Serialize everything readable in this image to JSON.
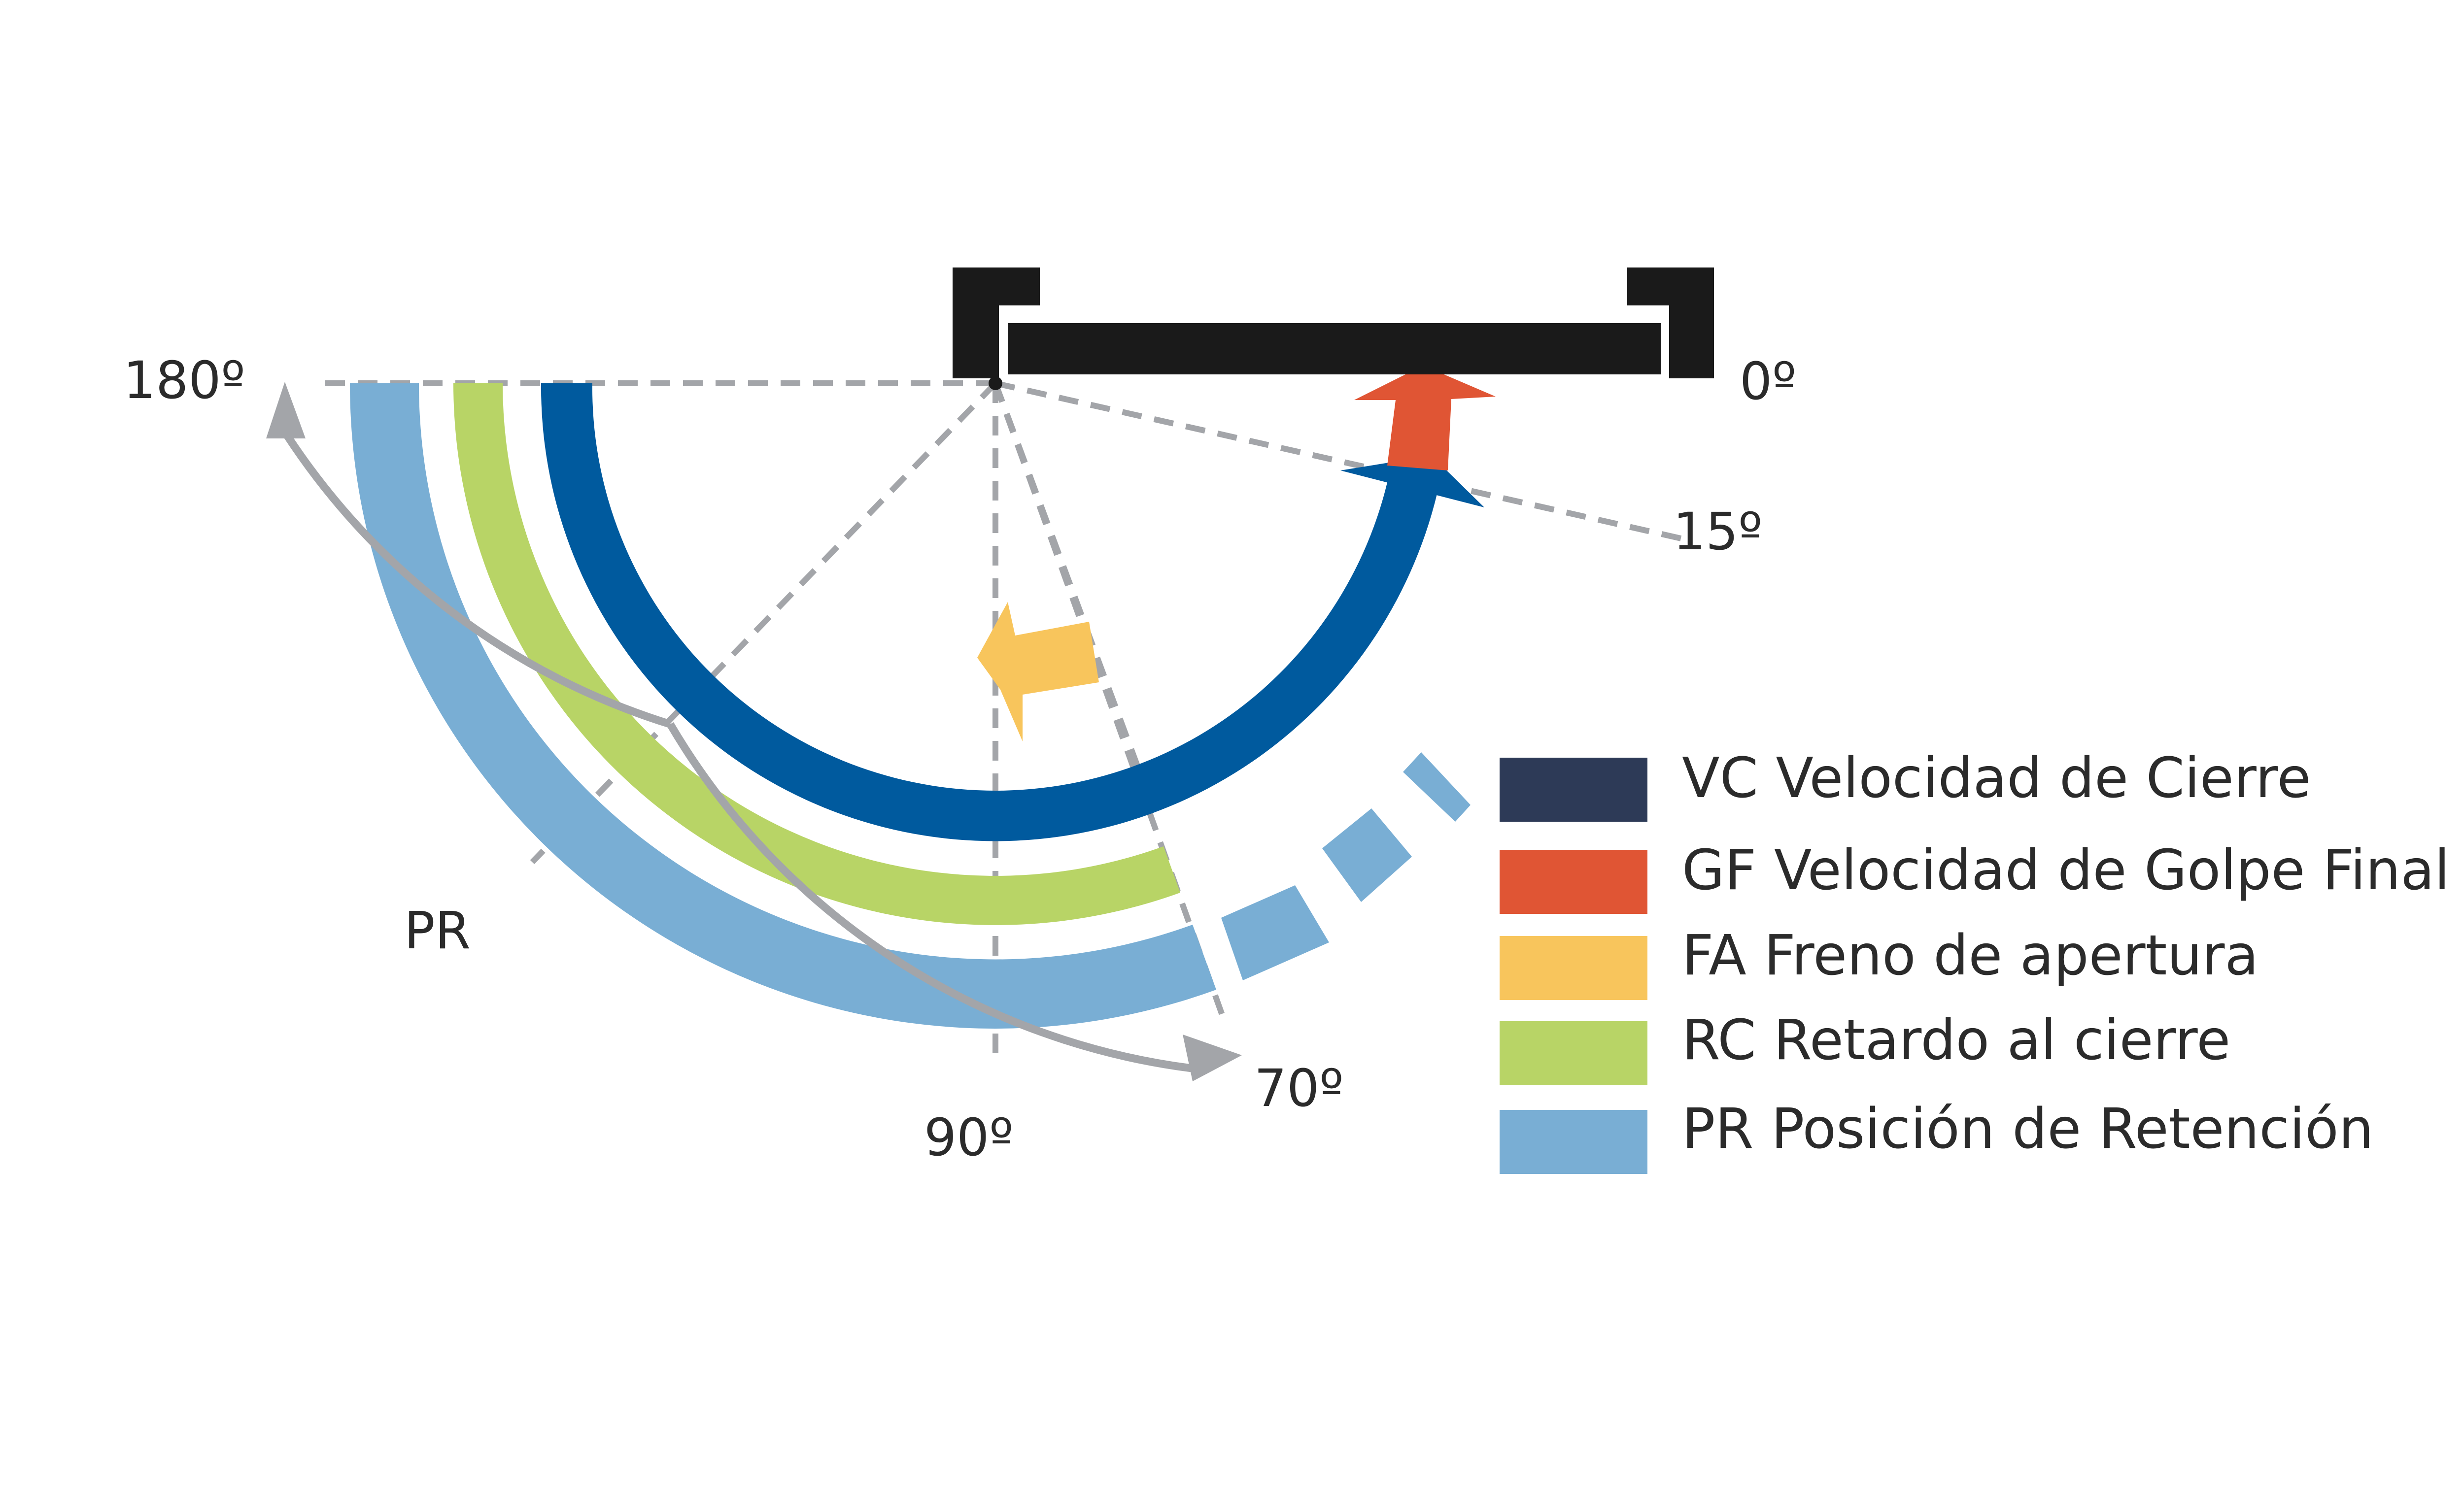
{
  "angles": {
    "a0": "0º",
    "a15": "15º",
    "a70": "70º",
    "a90": "90º",
    "a180": "180º"
  },
  "pr_range_label": "PR",
  "legend": [
    {
      "label": "VC Velocidad de Cierre",
      "color": "#2d3a57"
    },
    {
      "label": "GF Velocidad de Golpe Final",
      "color": "#e05534"
    },
    {
      "label": "FA Freno de apertura",
      "color": "#f8c55c"
    },
    {
      "label": "RC Retardo al cierre",
      "color": "#b8d466"
    },
    {
      "label": "PR Posición de Retención",
      "color": "#79aed4"
    }
  ],
  "colors": {
    "door": "#1a1a1a",
    "vc_arc": "#005a9e",
    "gf_arrow": "#e05534",
    "fa_arrow": "#f8c55c",
    "rc_arc": "#b8d466",
    "pr_arc": "#79aed4",
    "range_arrow": "#a3a5a9",
    "guide": "#a3a5a9"
  }
}
